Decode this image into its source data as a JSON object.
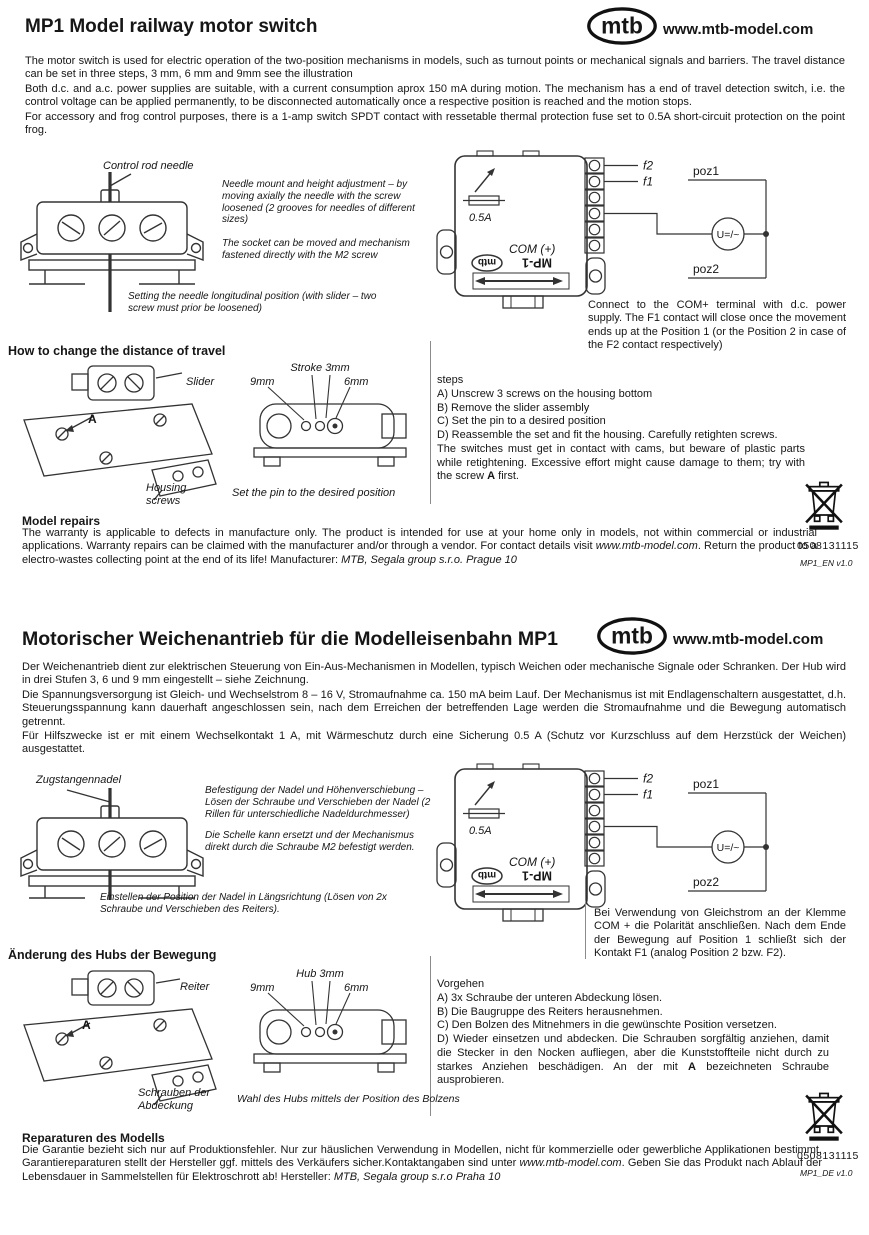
{
  "shared": {
    "logo_text": "mtb",
    "url": "www.mtb-model.com",
    "wiring": {
      "f2": "f2",
      "f1": "f1",
      "fuse": "0.5A",
      "com": "COM (+)",
      "poz1": "poz1",
      "poz2": "poz2",
      "supply": "U=/~",
      "device_brand": "mtb",
      "device_model": "MP-1"
    },
    "code": "0508131115"
  },
  "en": {
    "title": "MP1 Model railway motor switch",
    "intro": [
      "The motor switch is used for electric operation of the two-position mechanisms in models, such as turnout points or mechanical signals and barriers. The travel distance  can be set in three steps, 3 mm, 6 mm and 9mm see the illustration",
      "Both d.c. and a.c. power supplies are suitable, with a current consumption aprox 150 mA during motion. The mechanism has a end of travel detection switch, i.e. the control voltage can be applied permanently, to be disconnected automatically once a respective position is reached and the motion stops.",
      "For accessory and frog control purposes, there is a 1-amp switch SPDT contact with ressetable thermal protection fuse set to 0.5A short-circuit protection on the point frog."
    ],
    "fig1": {
      "needle_label": "Control rod needle",
      "ann1": "Needle mount and height adjustment – by moving axially the needle with the screw loosened (2 grooves for needles of different sizes)",
      "ann2": "The socket can be moved and mechanism fastened directly with the M2 screw",
      "ann3": "Setting the needle longitudinal position (with slider – two screw must prior be loosened)"
    },
    "wiring_caption": "Connect to the COM+ terminal with d.c. power supply. The F1 contact will close once the movement ends up at the Position 1 (or the Position 2 in case of the F2 contact respectively)",
    "travel_heading": "How to change the distance of travel",
    "fig2": {
      "slider": "Slider",
      "a": "A",
      "housing": "Housing screws",
      "stroke": "Stroke 3mm",
      "mm9": "9mm",
      "mm6": "6mm",
      "caption": "Set the pin to the desired position"
    },
    "steps_title": "steps",
    "steps": [
      "A) Unscrew 3 screws on the housing bottom",
      "B) Remove the slider assembly",
      "C) Set the pin to a desired position",
      "D) Reassemble the set and fit the housing. Carefully retighten screws."
    ],
    "note1": "The switches must get in contact with cams, but beware of plastic parts while retightening.  Excessive effort might cause damage to them; try with the  screw ",
    "note_bold": "A",
    "note2": " first.",
    "version": "MP1_EN  v1.0",
    "repairs": {
      "heading": "Model repairs",
      "p1": "The warranty is applicable to defects in manufacture only. The product is intended for use at your home only in models, not within commercial or industrial applications. Warranty repairs can be claimed with the manufacturer and/or through a vendor. For contact details visit ",
      "url": "www.mtb-model.com",
      "p2": ". Return the product to a electro-wastes collecting point at the end of its life! Manufacturer: ",
      "mfr": "MTB, Segala group s.r.o. Prague 10"
    }
  },
  "de": {
    "title": "Motorischer Weichenantrieb für die Modelleisenbahn MP1",
    "intro": [
      "Der Weichenantrieb dient zur elektrischen Steuerung von Ein-Aus-Mechanismen in Modellen, typisch Weichen oder mechanische Signale oder Schranken. Der Hub wird in drei Stufen 3, 6 und 9 mm eingestellt – siehe Zeichnung.",
      "Die Spannungsversorgung ist Gleich- und Wechselstrom 8 – 16 V, Stromaufnahme ca. 150 mA beim Lauf. Der Mechanismus ist mit Endlagenschaltern ausgestattet, d.h. Steuerungsspannung kann dauerhaft angeschlossen sein, nach dem Erreichen der betreffenden Lage werden die Stromaufnahme und die Bewegung automatisch getrennt.",
      "Für Hilfszwecke ist er mit einem Wechselkontakt 1 A, mit Wärmeschutz durch eine Sicherung 0.5 A (Schutz vor Kurzschluss auf dem Herzstück der Weichen) ausgestattet."
    ],
    "fig1": {
      "needle_label": "Zugstangennadel",
      "ann1": "Befestigung der Nadel und Höhenverschiebung – Lösen der Schraube und Verschieben der Nadel (2 Rillen für unterschiedliche Nadeldurchmesser)",
      "ann2": "Die Schelle kann ersetzt und der Mechanismus direkt durch die Schraube M2 befestigt werden.",
      "ann3": "Einstellen der Position der Nadel in Längsrichtung (Lösen von 2x Schraube und Verschieben des Reiters)."
    },
    "wiring_caption": "Bei Verwendung von Gleichstrom an der Klemme COM + die Polarität anschließen. Nach dem Ende der Bewegung auf Position 1 schließt sich der Kontakt F1 (analog Position 2 bzw. F2).",
    "travel_heading": "Änderung des Hubs der Bewegung",
    "fig2": {
      "slider": "Reiter",
      "a": "A",
      "housing": "Schrauben der Abdeckung",
      "stroke": "Hub 3mm",
      "mm9": "9mm",
      "mm6": "6mm",
      "caption": "Wahl des Hubs mittels der Position des Bolzens"
    },
    "steps_title": "Vorgehen",
    "steps": [
      "A) 3x Schraube der unteren Abdeckung lösen.",
      "B) Die Baugruppe des Reiters herausnehmen.",
      "C) Den Bolzen des Mitnehmers in die gewünschte Position versetzen."
    ],
    "step_d1": "D) Wieder einsetzen und abdecken. Die Schrauben sorgfältig anziehen, damit die Stecker in den Nocken aufliegen, aber die Kunststoffteile nicht durch zu starkes Anziehen beschädigen. An der mit ",
    "step_d_bold": "A",
    "step_d2": " bezeichneten Schraube ausprobieren.",
    "version": "MP1_DE  v1.0",
    "repairs": {
      "heading": "Reparaturen des Modells",
      "p1": "Die Garantie bezieht sich nur auf Produktionsfehler. Nur zur häuslichen Verwendung in Modellen, nicht für kommerzielle oder gewerbliche Applikationen bestimmt. Garantiereparaturen  stellt der Hersteller ggf. mittels des Verkäufers sicher.Kontaktangaben sind unter ",
      "url": "www.mtb-model.com",
      "p2": ". Geben Sie das Produkt nach Ablauf der Lebensdauer in Sammelstellen für Elektroschrott ab! Hersteller: ",
      "mfr": "MTB, Segala group s.r.o  Praha 10"
    }
  }
}
